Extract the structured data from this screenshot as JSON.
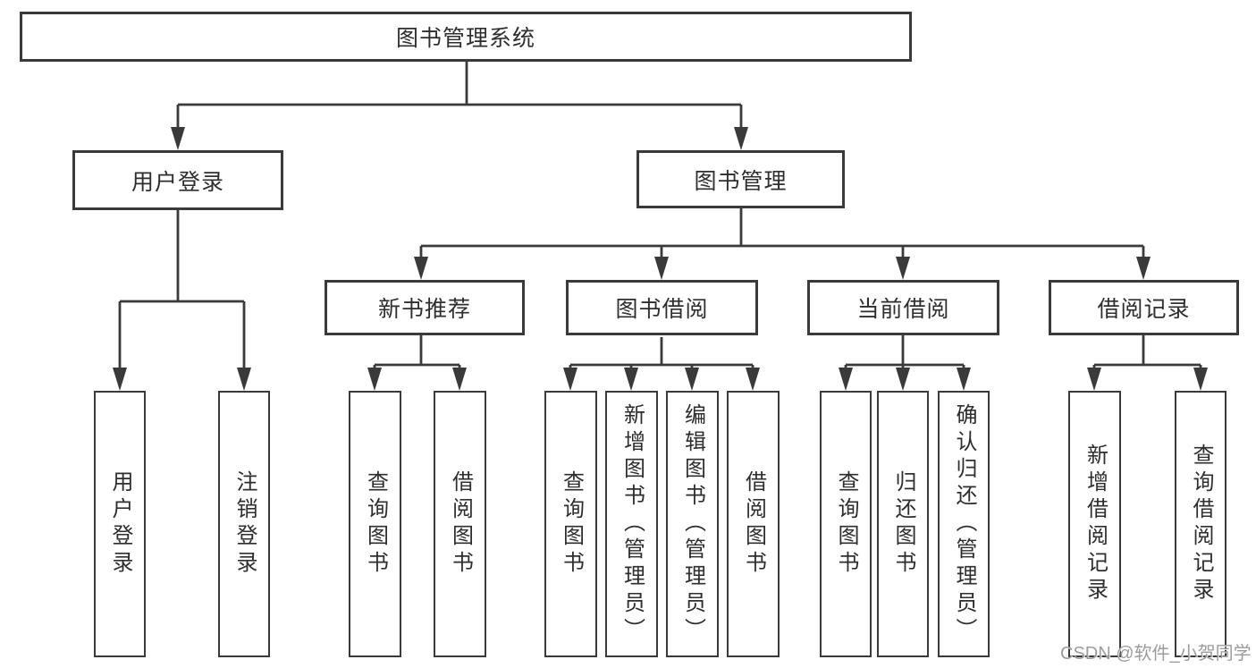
{
  "colors": {
    "line": "#3a3a3a",
    "text": "#2e2e2e",
    "watermark": "#9c9c9c",
    "background": "#ffffff"
  },
  "nodes": {
    "root": "图书管理系统",
    "user_login": "用户登录",
    "book_mgmt": "图书管理",
    "new_book_rec": "新书推荐",
    "book_borrow": "图书借阅",
    "current_borrow": "当前借阅",
    "borrow_record": "借阅记录",
    "leaf_user_login": "用户登录",
    "leaf_logout": "注销登录",
    "leaf_query_book_1": "查询图书",
    "leaf_borrow_book_1": "借阅图书",
    "leaf_query_book_2": "查询图书",
    "leaf_add_book": "新增图书（管理员）",
    "leaf_edit_book": "编辑图书（管理员）",
    "leaf_borrow_book_2": "借阅图书",
    "leaf_query_book_3": "查询图书",
    "leaf_return_book": "归还图书",
    "leaf_confirm_return": "确认归还（管理员）",
    "leaf_add_record": "新增借阅记录",
    "leaf_query_record": "查询借阅记录"
  },
  "watermark": "CSDN @软件_小贺同学"
}
